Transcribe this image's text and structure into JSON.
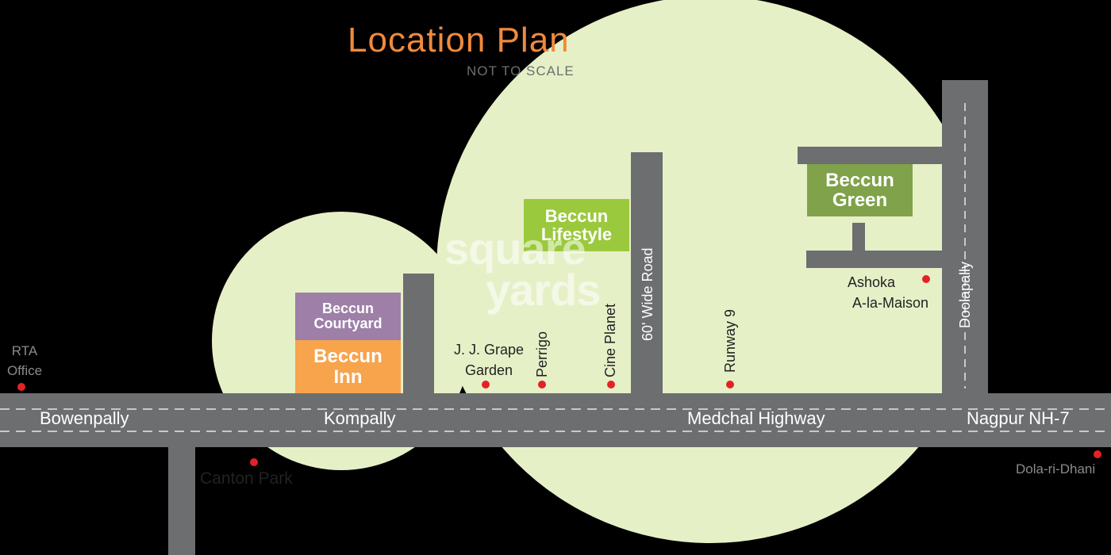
{
  "title": "Location Plan",
  "subtitle": "NOT TO SCALE",
  "colors": {
    "background": "#000000",
    "zone": "#e6f0c7",
    "road": "#6d6e70",
    "road_dash": "#c8c8c8",
    "poi_dot": "#e32227",
    "title": "#f08a3c",
    "courtyard": "#9d7fa8",
    "inn": "#f7a44d",
    "lifestyle": "#9bc93d",
    "green": "#7fa24a"
  },
  "roads": {
    "bowenpally": "Bowenpally",
    "kompally": "Kompally",
    "medchal": "Medchal Highway",
    "nagpur": "Nagpur NH-7",
    "wide_road": "60' Wide Road",
    "doolapally": "Doolapally"
  },
  "projects": {
    "courtyard": "Beccun Courtyard",
    "inn": "Beccun Inn",
    "lifestyle": "Beccun Lifestyle",
    "green": "Beccun Green"
  },
  "poi": {
    "rta_line1": "RTA",
    "rta_line2": "Office",
    "canton": "Canton Park",
    "grape_line1": "J. J. Grape",
    "grape_line2": "Garden",
    "perrigo": "Perrigo",
    "cine": "Cine Planet",
    "runway": "Runway 9",
    "ashoka_line1": "Ashoka",
    "ashoka_line2": "A-la-Maison",
    "dola": "Dola-ri-Dhani"
  },
  "watermark": {
    "line1": "square",
    "line2": "yards"
  }
}
